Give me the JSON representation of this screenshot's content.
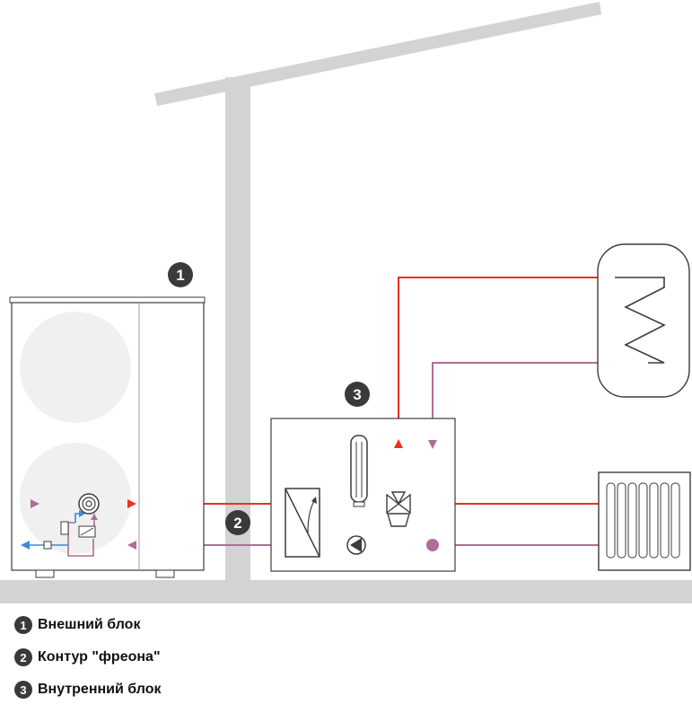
{
  "colors": {
    "structure": "#d3d3d3",
    "supply_line": "#e8321e",
    "return_line": "#b06d95",
    "cold_arrow": "#3d8bd6",
    "badge": "#3a3a3a",
    "outline": "#3c3c3c"
  },
  "badges": {
    "outdoor": "1",
    "freon": "2",
    "indoor": "3"
  },
  "legend": [
    {
      "num": "1",
      "label": "Внешний блок"
    },
    {
      "num": "2",
      "label": "Контур \"фреона\""
    },
    {
      "num": "3",
      "label": "Внутренний блок"
    }
  ],
  "icons": {
    "outdoor_unit": "heat-pump-outdoor-unit-icon",
    "indoor_unit": "indoor-unit-icon",
    "water_tank": "hot-water-tank-icon",
    "radiator": "radiator-icon",
    "pump": "circulation-pump-icon",
    "three_way_valve": "three-way-valve-icon",
    "heat_exchanger": "plate-heat-exchanger-icon",
    "backup_heater": "backup-heater-icon",
    "compressor": "compressor-icon"
  }
}
